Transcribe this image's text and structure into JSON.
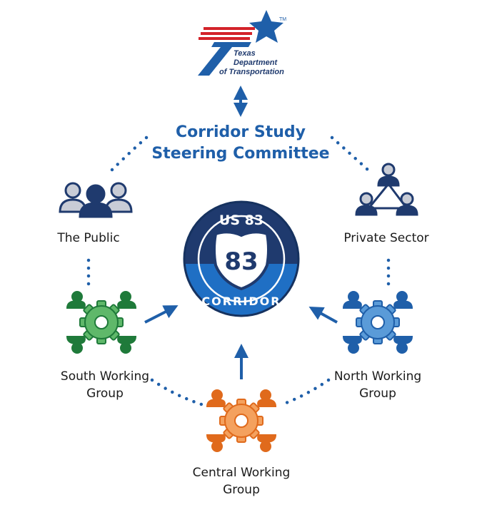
{
  "logo": {
    "line1": "Texas",
    "line2": "Department",
    "line3": "of Transportation",
    "trademark": "TM"
  },
  "committee": {
    "line1": "Corridor Study",
    "line2": "Steering Committee"
  },
  "nodes": {
    "public": "The Public",
    "private": "Private Sector",
    "south_line1": "South Working",
    "south_line2": "Group",
    "north_line1": "North Working",
    "north_line2": "Group",
    "central_line1": "Central Working",
    "central_line2": "Group"
  },
  "badge": {
    "top": "US 83",
    "number": "83",
    "bottom": "CORRIDOR"
  },
  "colors": {
    "navy": "#1f3a6e",
    "blue": "#1f5fa9",
    "red": "#d3232a",
    "green": "#1f7a3a",
    "green_light": "#5fb86a",
    "light_blue": "#5a9bd8",
    "orange": "#e06a1c",
    "orange_light": "#f4a15e",
    "gray": "#c8ccd6"
  }
}
